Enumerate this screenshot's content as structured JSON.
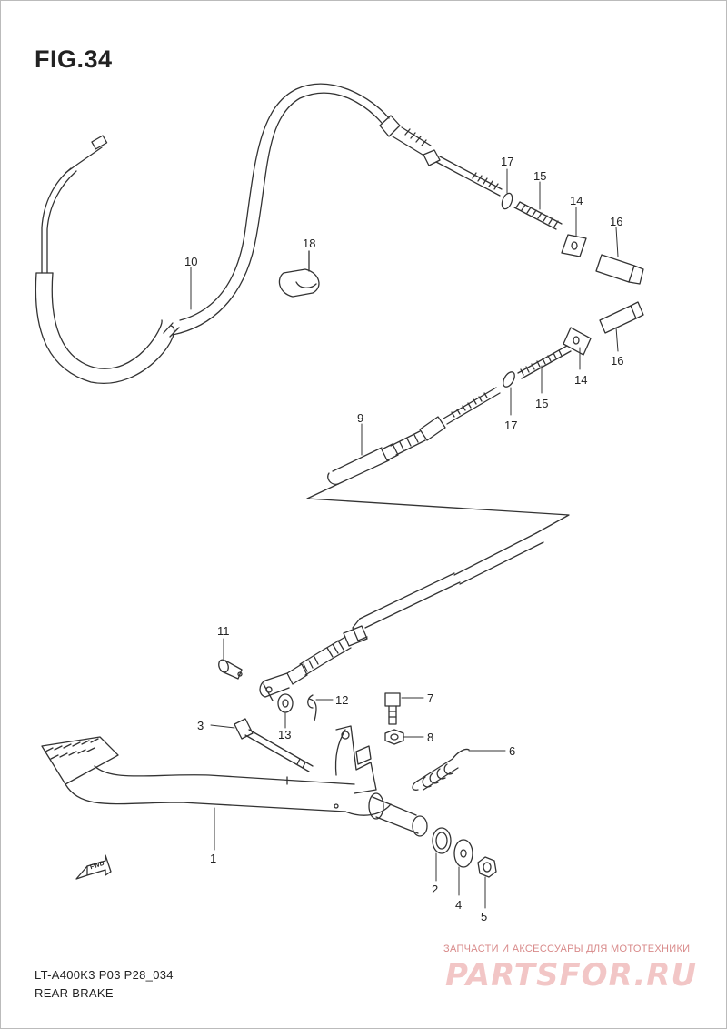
{
  "figure": {
    "title": "FIG.34"
  },
  "callouts": [
    {
      "id": "c-17a",
      "text": "17"
    },
    {
      "id": "c-15a",
      "text": "15"
    },
    {
      "id": "c-14a",
      "text": "14"
    },
    {
      "id": "c-16a",
      "text": "16"
    },
    {
      "id": "c-18",
      "text": "18"
    },
    {
      "id": "c-10",
      "text": "10"
    },
    {
      "id": "c-16b",
      "text": "16"
    },
    {
      "id": "c-14b",
      "text": "14"
    },
    {
      "id": "c-15b",
      "text": "15"
    },
    {
      "id": "c-17b",
      "text": "17"
    },
    {
      "id": "c-9",
      "text": "9"
    },
    {
      "id": "c-11",
      "text": "11"
    },
    {
      "id": "c-12",
      "text": "12"
    },
    {
      "id": "c-7",
      "text": "7"
    },
    {
      "id": "c-3",
      "text": "3"
    },
    {
      "id": "c-13",
      "text": "13"
    },
    {
      "id": "c-8",
      "text": "8"
    },
    {
      "id": "c-6",
      "text": "6"
    },
    {
      "id": "c-1",
      "text": "1"
    },
    {
      "id": "c-2",
      "text": "2"
    },
    {
      "id": "c-4",
      "text": "4"
    },
    {
      "id": "c-5",
      "text": "5"
    }
  ],
  "fwd_label": "FWD",
  "footer": {
    "model": "LT-A400K3 P03 P28_034",
    "section": "REAR BRAKE"
  },
  "watermark": {
    "tagline": "ЗАПЧАСТИ И АКСЕССУАРЫ ДЛЯ МОТОТЕХНИКИ",
    "logo": "PARTSFOR.RU"
  },
  "colors": {
    "line": "#333333",
    "watermark": "#e8b4b4"
  }
}
